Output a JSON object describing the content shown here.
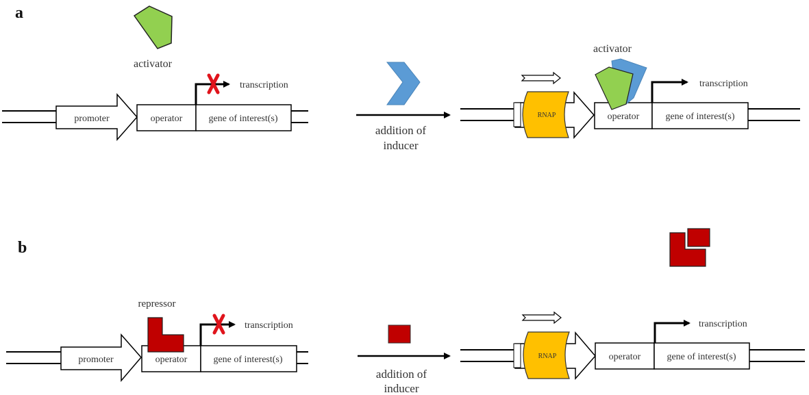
{
  "figure": {
    "panels": [
      {
        "id": "a",
        "label": "a",
        "before": {
          "molecule_label": "activator",
          "promoter_label": "promoter",
          "operator_label": "operator",
          "gene_label": "gene of interest(s)",
          "transcription_label": "transcription",
          "transcription_blocked": true
        },
        "transition": {
          "line1": "addition of",
          "line2": "inducer"
        },
        "after": {
          "molecule_label": "activator",
          "rnap_label": "RNAP",
          "operator_label": "operator",
          "gene_label": "gene of interest(s)",
          "transcription_label": "transcription",
          "transcription_blocked": false
        }
      },
      {
        "id": "b",
        "label": "b",
        "before": {
          "molecule_label": "repressor",
          "promoter_label": "promoter",
          "operator_label": "operator",
          "gene_label": "gene of interest(s)",
          "transcription_label": "transcription",
          "transcription_blocked": true
        },
        "transition": {
          "line1": "addition of",
          "line2": "inducer"
        },
        "after": {
          "rnap_label": "RNAP",
          "operator_label": "operator",
          "gene_label": "gene of interest(s)",
          "transcription_label": "transcription",
          "transcription_blocked": false
        }
      }
    ],
    "colors": {
      "activator": "#92d050",
      "inducer_a": "#5b9bd5",
      "repressor": "#c00000",
      "rnap": "#ffc000",
      "block_x": "#e0141c",
      "line": "#000000"
    }
  }
}
